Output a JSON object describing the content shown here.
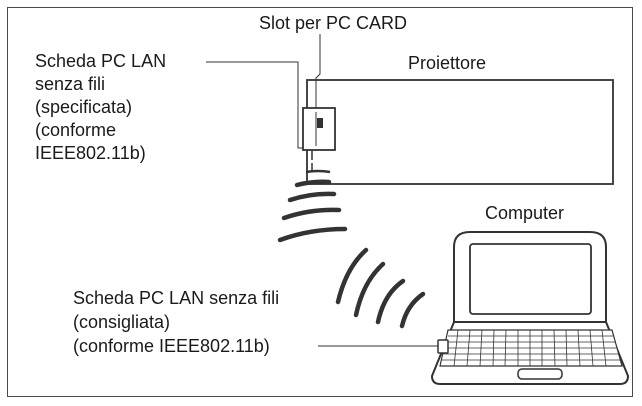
{
  "labels": {
    "slot": "Slot per PC CARD",
    "projector": "Proiettore",
    "computer": "Computer",
    "projector_card": {
      "line1": "Scheda PC LAN",
      "line2": "senza fili",
      "line3": "(specificata)",
      "line4": "(conforme",
      "line5": "IEEE802.11b)"
    },
    "computer_card": {
      "line1": "Scheda PC LAN senza fili",
      "line2": "(consigliata)",
      "line3": "(conforme IEEE802.11b)"
    }
  },
  "icons": {
    "projector": "projector-box-icon",
    "computer": "laptop-icon",
    "wireless": "wireless-waves-icon",
    "pc_card": "pc-card-icon"
  },
  "colors": {
    "stroke": "#333333",
    "frame": "#4a4a4a",
    "background": "#ffffff"
  }
}
